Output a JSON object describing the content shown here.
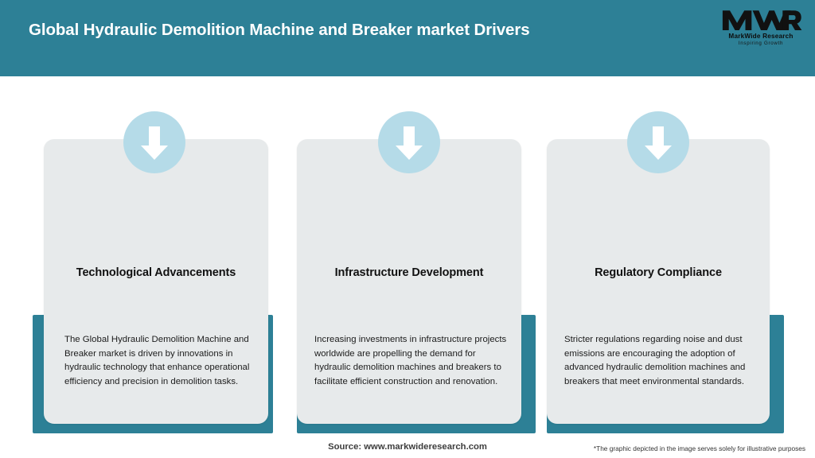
{
  "header": {
    "title": "Global Hydraulic Demolition Machine and Breaker market Drivers",
    "background_color": "#2d8096",
    "title_color": "#ffffff"
  },
  "logo": {
    "mark_text": "MWR",
    "name": "MarkWide Research",
    "tagline": "Inspiring Growth",
    "icon": "mwr-logo-icon"
  },
  "cards": [
    {
      "icon": "down-arrow-icon",
      "title": "Technological Advancements",
      "body": "The Global Hydraulic Demolition Machine and Breaker market is driven by innovations in hydraulic technology that enhance operational efficiency and precision in demolition tasks."
    },
    {
      "icon": "down-arrow-icon",
      "title": "Infrastructure Development",
      "body": "Increasing investments in infrastructure projects worldwide are propelling the demand for hydraulic demolition machines and breakers to facilitate efficient construction and renovation."
    },
    {
      "icon": "down-arrow-icon",
      "title": "Regulatory Compliance",
      "body": "Stricter regulations regarding noise and dust emissions are encouraging the adoption of advanced hydraulic demolition machines and breakers that meet environmental standards."
    }
  ],
  "footer": {
    "source": "Source: www.markwideresearch.com",
    "disclaimer": "*The graphic depicted in the image serves solely for illustrative purposes"
  },
  "colors": {
    "accent_teal": "#2d8096",
    "card_grey": "#e7eaeb",
    "circle_blue": "#b5dbe8",
    "page_background": "#ffffff"
  }
}
